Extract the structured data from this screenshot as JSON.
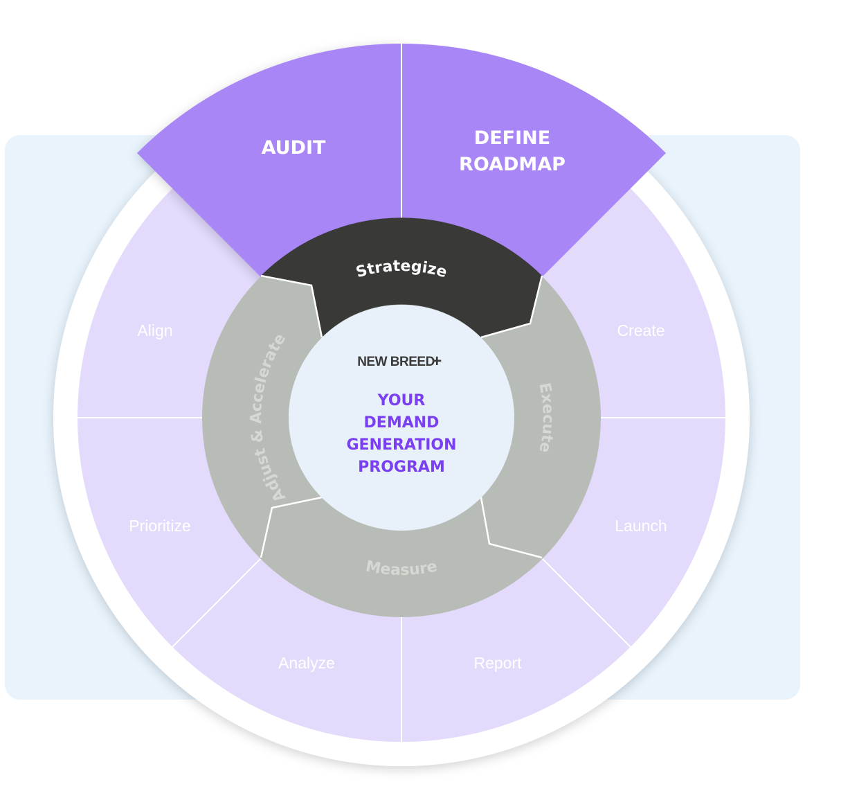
{
  "colors": {
    "background_panel": "#e8f3fc",
    "top_wedge": "#a886f5",
    "outer_wedge": "#e3dafc",
    "ring": "#b8bcb6",
    "ring_active": "#393a38",
    "center": "#e8f1fa",
    "title": "#7a3ff0"
  },
  "top_wedges": [
    "AUDIT",
    "DEFINE",
    "ROADMAP"
  ],
  "outer_wedges": {
    "create": "Create",
    "launch": "Launch",
    "report": "Report",
    "analyze": "Analyze",
    "prioritize": "Prioritize",
    "align": "Align"
  },
  "ring_phases": {
    "strategize": "Strategize",
    "execute": "Execute",
    "measure": "Measure",
    "adjust": "Adjust & Accelerate"
  },
  "center": {
    "logo": "NEW BREED",
    "logo_mark": "+",
    "title_lines": [
      "YOUR",
      "DEMAND",
      "GENERATION",
      "PROGRAM"
    ]
  }
}
